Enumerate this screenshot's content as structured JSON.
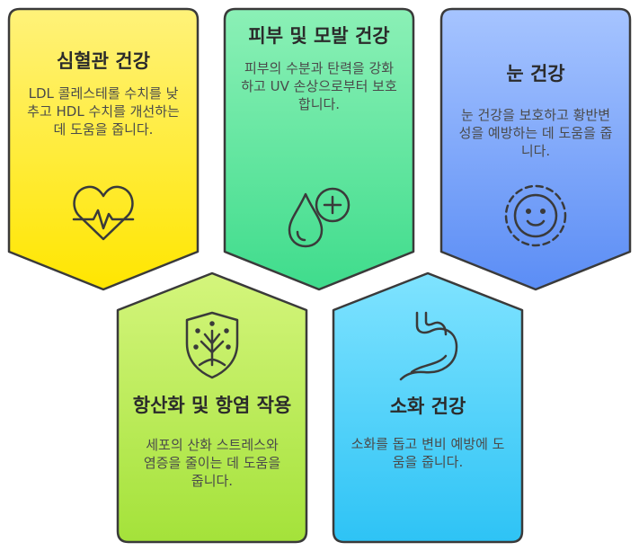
{
  "cards": [
    {
      "title": "심혈관 건강",
      "description": "LDL 콜레스테롤 수치를 낮추고 HDL 수치를 개선하는 데 도움을 줍니다.",
      "icon": "heart-pulse-icon",
      "color_top": "#fff27a",
      "color_bottom": "#ffe600"
    },
    {
      "title": "피부 및 모발 건강",
      "description": "피부의 수분과 탄력을 강화하고 UV 손상으로부터 보호합니다.",
      "icon": "drop-plus-icon",
      "color_top": "#8bf0b6",
      "color_bottom": "#3fdc8c"
    },
    {
      "title": "눈 건강",
      "description": "눈 건강을 보호하고 황반변성을 예방하는 데 도움을 줍니다.",
      "icon": "smiley-icon",
      "color_top": "#a6c4ff",
      "color_bottom": "#5b8df5"
    },
    {
      "title": "항산화 및 항염 작용",
      "description": "세포의 산화 스트레스와 염증을 줄이는 데 도움을 줍니다.",
      "icon": "shield-tree-icon",
      "color_top": "#d4f57c",
      "color_bottom": "#a4e23a"
    },
    {
      "title": "소화 건강",
      "description": "소화를 돕고 변비 예방에 도움을 줍니다.",
      "icon": "stomach-icon",
      "color_top": "#7fe3ff",
      "color_bottom": "#2ec3f5"
    }
  ]
}
